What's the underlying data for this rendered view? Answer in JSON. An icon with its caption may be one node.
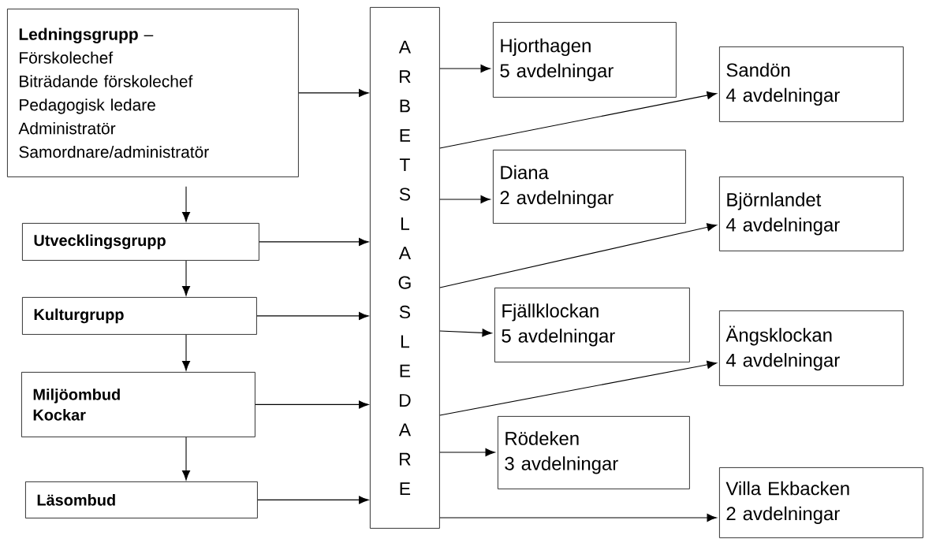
{
  "diagram": {
    "nodes": [
      {
        "text": [
          "**Ledningsgrupp** –",
          "Förskolechef",
          "Biträdande förskolechef",
          "Pedagogisk ledare",
          "Administratör",
          "Samordnare/administratör"
        ]
      },
      {
        "text": [
          "Utvecklingsgrupp"
        ]
      },
      {
        "text": [
          "Kulturgrupp"
        ]
      },
      {
        "text": [
          "Miljöombud",
          "Kockar"
        ]
      },
      {
        "text": [
          "Läsombud"
        ]
      },
      {
        "text": [
          "A R B E T S L A G S L E D A R E"
        ]
      },
      {
        "text": [
          "Hjorthagen",
          "5 avdelningar"
        ]
      },
      {
        "text": [
          "Sandön",
          "4 avdelningar"
        ]
      },
      {
        "text": [
          "Diana",
          "2 avdelningar"
        ]
      },
      {
        "text": [
          "Björnlandet",
          "4 avdelningar"
        ]
      },
      {
        "text": [
          "Fjällklockan",
          "5 avdelningar"
        ]
      },
      {
        "text": [
          "Ängsklockan",
          "4 avdelningar"
        ]
      },
      {
        "text": [
          "Rödeken",
          "3 avdelningar"
        ]
      },
      {
        "text": [
          "Villa Ekbacken",
          "2 avdelningar"
        ]
      }
    ],
    "edges": [
      {
        "from": 0,
        "to": 5,
        "arrow": "to"
      },
      {
        "from": 1,
        "to": 5,
        "arrow": "to"
      },
      {
        "from": 2,
        "to": 5,
        "arrow": "to"
      },
      {
        "from": 3,
        "to": 5,
        "arrow": "to"
      },
      {
        "from": 4,
        "to": 5,
        "arrow": "to"
      },
      {
        "from": 0,
        "to": 1,
        "arrow": "to"
      },
      {
        "from": 1,
        "to": 2,
        "arrow": "to"
      },
      {
        "from": 2,
        "to": 3,
        "arrow": "to"
      },
      {
        "from": 3,
        "to": 4,
        "arrow": "to"
      },
      {
        "from": 5,
        "to": 6,
        "arrow": "to"
      },
      {
        "from": 5,
        "to": 7,
        "arrow": "to"
      },
      {
        "from": 5,
        "to": 8,
        "arrow": "to"
      },
      {
        "from": 5,
        "to": 9,
        "arrow": "to"
      },
      {
        "from": 5,
        "to": 10,
        "arrow": "to"
      },
      {
        "from": 5,
        "to": 11,
        "arrow": "to"
      },
      {
        "from": 5,
        "to": 12,
        "arrow": "to"
      },
      {
        "from": 5,
        "to": 13,
        "arrow": "to"
      }
    ]
  }
}
